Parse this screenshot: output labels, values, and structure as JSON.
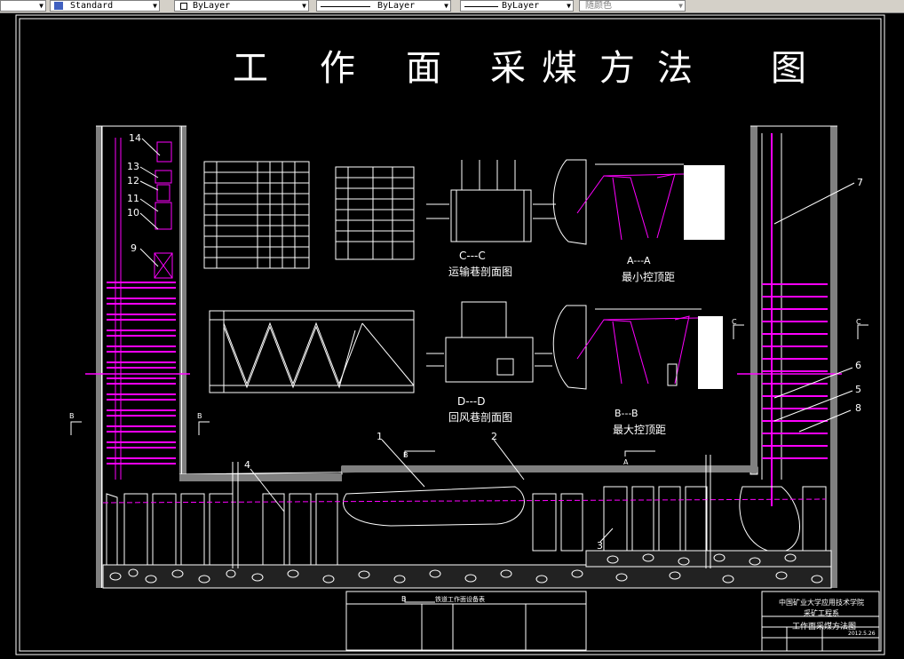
{
  "toolbar": {
    "text_style": "Standard",
    "layer": "ByLayer",
    "linetype": "ByLayer",
    "lineweight": "ByLayer",
    "plot_style": "随颜色"
  },
  "title": [
    "工",
    "作",
    "面",
    "采",
    "煤",
    "方",
    "法",
    "图"
  ],
  "sections": {
    "cc_label": "C---C",
    "cc_caption": "运输巷剖面图",
    "dd_label": "D---D",
    "dd_caption": "回风巷剖面图",
    "aa_label": "A---A",
    "aa_caption": "最小控顶距",
    "bb_label": "B---B",
    "bb_caption": "最大控顶距"
  },
  "left_numbers": [
    "14",
    "13",
    "12",
    "11",
    "10",
    "9"
  ],
  "right_numbers": [
    "7",
    "6",
    "5",
    "8"
  ],
  "bottom_numbers": [
    "1",
    "2",
    "3",
    "4"
  ],
  "markers": {
    "b": "B",
    "a": "A",
    "c": "C"
  },
  "title_block": {
    "university": "中国矿业大学应用技术学院",
    "department": "采矿工程系",
    "drawing_name": "工作面采煤方法图",
    "date": "2012.5.26"
  },
  "bottom_table_title": "铁道工作面设备表",
  "colors": {
    "background": "#000000",
    "line": "#ffffff",
    "accent": "#ff00ff",
    "wall": "#808080"
  }
}
